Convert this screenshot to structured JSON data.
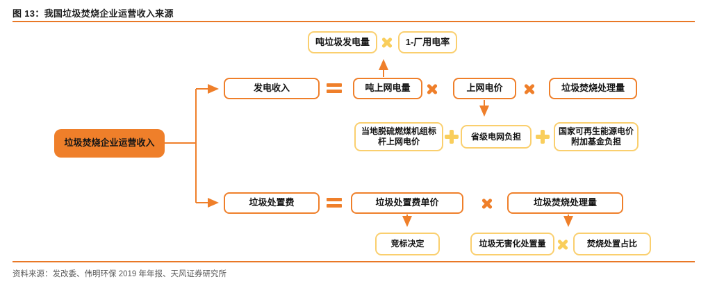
{
  "figure": {
    "title": "图 13：我国垃圾焚烧企业运营收入来源",
    "source": "资料来源：发改委、伟明环保 2019 年年报、天风证券研究所"
  },
  "operators": {
    "multiply": "×",
    "plus": "+",
    "equals": "="
  },
  "nodes": {
    "root": "垃圾焚烧企业运营收入",
    "power_income": "发电收入",
    "tons_grid_power": "吨上网电量",
    "grid_price": "上网电价",
    "incineration_volume_top": "垃圾焚烧处理量",
    "tons_power_generation": "吨垃圾发电量",
    "one_minus_plant_rate": "1-厂用电率",
    "benchmark_price": "当地脱硫燃煤机组标杆上网电价",
    "provincial_grid_burden": "省级电网负担",
    "national_renewable_fund": "国家可再生能源电价附加基金负担",
    "waste_disposal_fee": "垃圾处置费",
    "waste_disposal_unit_price": "垃圾处置费单价",
    "incineration_volume_bottom": "垃圾焚烧处理量",
    "bid_decision": "竞标决定",
    "harmless_disposal_volume": "垃圾无害化处置量",
    "incineration_ratio": "焚烧处置占比"
  },
  "colors": {
    "accent_orange": "#EF7F2A",
    "accent_yellow": "#FACF6E",
    "operator_yellow": "#F9CE5C",
    "rule_orange": "#E97826",
    "title_text": "#1F1F1F",
    "source_text": "#595959"
  }
}
